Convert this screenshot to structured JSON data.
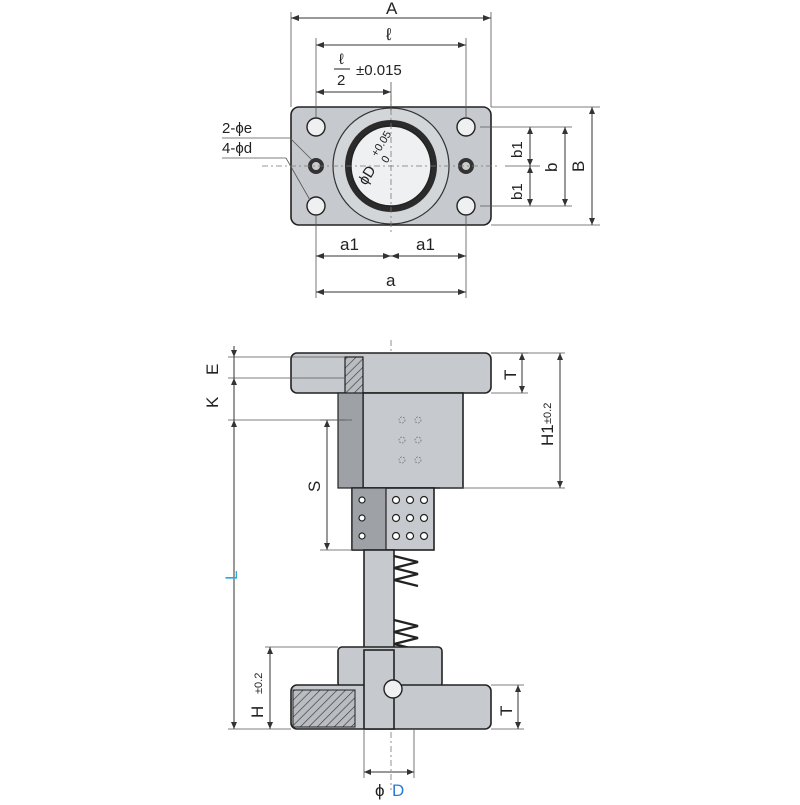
{
  "labels": {
    "A": "A",
    "l": "ℓ",
    "l_num": "ℓ",
    "l_den": "2",
    "l_tol": "±0.015",
    "holes_e": "2-ϕe",
    "holes_d": "4-ϕd",
    "bore": "ϕD",
    "bore_tol_top": "+0.05",
    "bore_tol_bot": "0",
    "b1_top": "b1",
    "b1_bot": "b1",
    "b": "b",
    "B": "B",
    "a1_left": "a1",
    "a1_right": "a1",
    "a": "a",
    "K": "K",
    "E": "E",
    "T_top": "T",
    "H1": "H1",
    "H1_tol": "±0.2",
    "S": "S",
    "L": "L",
    "H": "H",
    "H_tol": "±0.2",
    "T_bot": "T",
    "phiD_prefix": "ϕ",
    "phiD_letter": "D"
  },
  "colors": {
    "L_label": "#2aa6e0",
    "D_label": "#2a7bd6"
  }
}
